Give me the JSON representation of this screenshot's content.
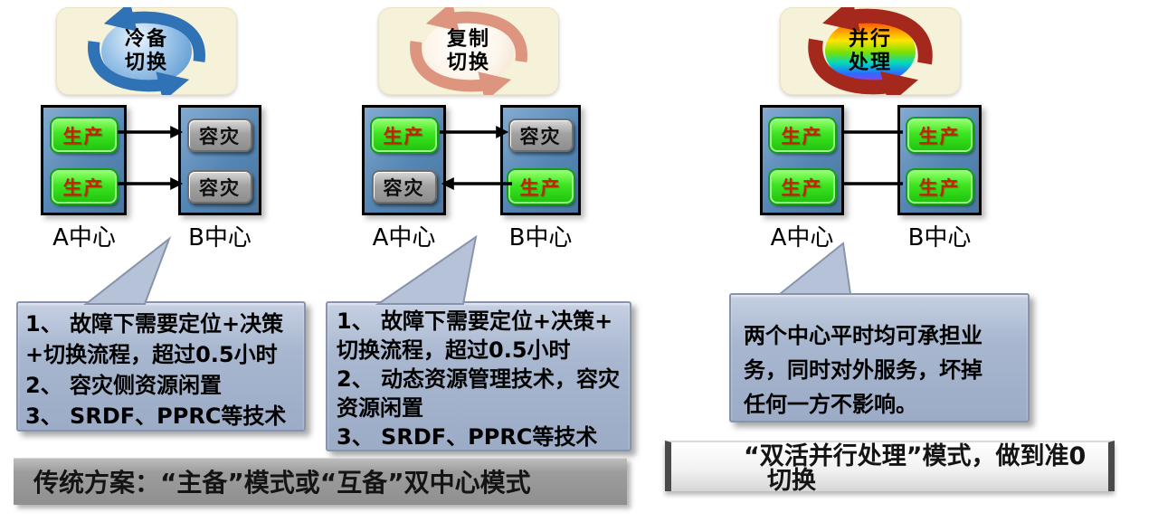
{
  "groups": [
    {
      "mode": "cold-standby-switch",
      "badge": {
        "line1": "冷备",
        "line2": "切换"
      },
      "center_a": {
        "label": "A中心",
        "node1": "生产",
        "node2": "生产"
      },
      "center_b": {
        "label": "B中心",
        "node1": "容灾",
        "node2": "容灾"
      },
      "callout": {
        "line1": "1、 故障下需要定位+决策",
        "line2": "+切换流程，超过0.5小时",
        "line3": "2、 容灾侧资源闲置",
        "line4": "3、 SRDF、PPRC等技术"
      }
    },
    {
      "mode": "replication-switch",
      "badge": {
        "line1": "复制",
        "line2": "切换"
      },
      "center_a": {
        "label": "A中心",
        "node1": "生产",
        "node2": "容灾"
      },
      "center_b": {
        "label": "B中心",
        "node1": "容灾",
        "node2": "生产"
      },
      "callout": {
        "line1": "1、 故障下需要定位+决策+",
        "line2": "切换流程，超过0.5小时",
        "line3": "2、 动态资源管理技术，容灾",
        "line4": "资源闲置",
        "line5": "3、 SRDF、PPRC等技术"
      }
    },
    {
      "mode": "parallel-processing",
      "badge": {
        "line1": "并行",
        "line2": "处理"
      },
      "center_a": {
        "label": "A中心",
        "node1": "生产",
        "node2": "生产"
      },
      "center_b": {
        "label": "B中心",
        "node1": "生产",
        "node2": "生产"
      },
      "callout": {
        "line1": "两个中心平时均可承担业",
        "line2": "务，同时对外服务，坏掉",
        "line3": "任何一方不影响。"
      }
    }
  ],
  "banners": {
    "traditional": "传统方案：“主备”模式或“互备”双中心模式",
    "dual_active_line1": "“双活并行处理”模式，做到准0",
    "dual_active_line2": "切换"
  },
  "colors": {
    "production_green": "#35df1f",
    "production_text_red": "#c62200",
    "disaster_gray": "#9c9c9c",
    "center_box_blue": "#5586b4",
    "callout_blue": "#aebdd4",
    "badge_cream": "#f6f1d9",
    "swirl_blue": "#2f72b5",
    "swirl_salmon": "#dd957f",
    "swirl_red": "#a5281c",
    "banner_gray": "#9b9b9b"
  }
}
